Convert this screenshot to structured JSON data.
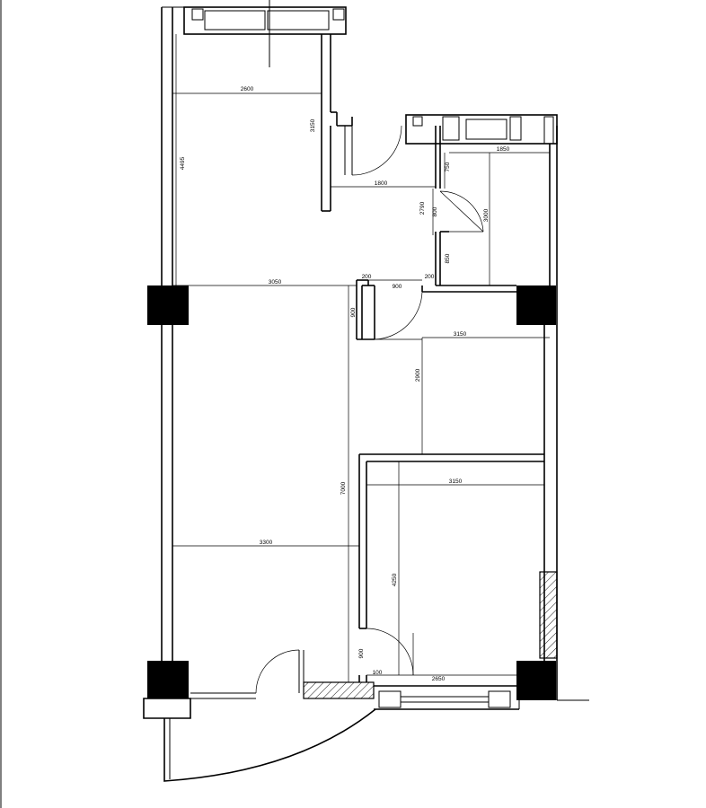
{
  "plan": {
    "dimensions": {
      "d2600": "2600",
      "d3150a": "3150",
      "d4495": "4495",
      "d750": "750",
      "d1850": "1850",
      "d1800": "1800",
      "d2790": "2790",
      "d800a": "800",
      "d3000": "3000",
      "d850": "850",
      "d200a": "200",
      "d200b": "200",
      "d3050": "3050",
      "d900a": "900",
      "d900b": "900",
      "d3150b": "3150",
      "d2900": "2900",
      "d7000": "7000",
      "d3150c": "3150",
      "d3300": "3300",
      "d4250": "4250",
      "d900c": "900",
      "d100": "100",
      "d2650": "2650"
    }
  }
}
